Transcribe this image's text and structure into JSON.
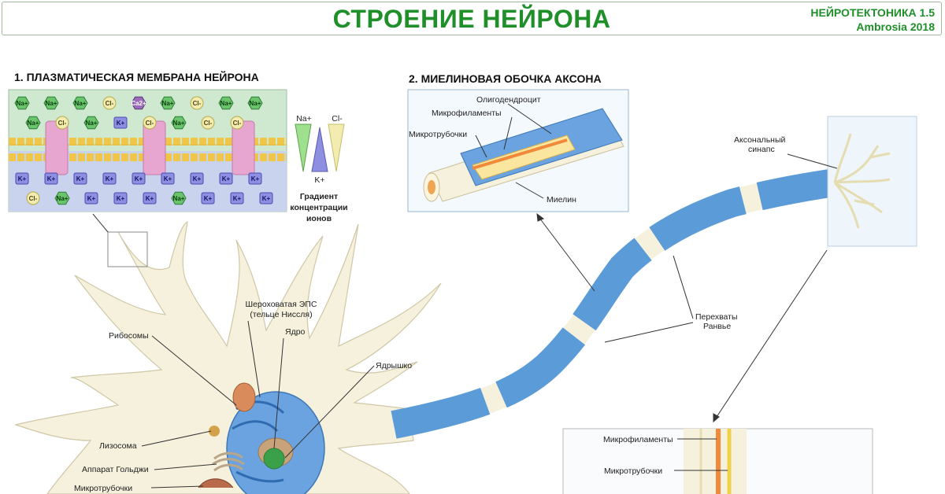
{
  "header": {
    "title": "СТРОЕНИЕ НЕЙРОНА",
    "series": "НЕЙРОТЕКТОНИКА 1.5",
    "edition": "Ambrosia 2018"
  },
  "section1": {
    "title": "1. ПЛАЗМАТИЧЕСКАЯ МЕМБРАНА НЕЙРОНА",
    "ions_outside": [
      "Na+",
      "Na+",
      "Na+",
      "Cl-",
      "Ca2+",
      "Na+",
      "Cl-",
      "Na+",
      "Na+",
      "Na+",
      "Cl-",
      "Na+",
      "K+",
      "Cl-",
      "Na+",
      "Cl-",
      "Cl-"
    ],
    "ions_inside": [
      "K+",
      "K+",
      "K+",
      "K+",
      "K+",
      "K+",
      "K+",
      "K+",
      "K+",
      "Cl-",
      "Na+",
      "K+",
      "K+",
      "K+",
      "Na+",
      "K+",
      "K+",
      "K+"
    ],
    "gradient": {
      "na": "Na+",
      "k": "K+",
      "cl": "Cl-",
      "caption_1": "Градиент",
      "caption_2": "концентрации",
      "caption_3": "ионов"
    }
  },
  "section2": {
    "title": "2. МИЕЛИНОВАЯ ОБОЧКА АКСОНА",
    "labels": {
      "oligodendrocyte": "Олигодендроцит",
      "microfilaments": "Микрофиламенты",
      "microtubules": "Микротрубочки",
      "myelin": "Миелин"
    }
  },
  "axon": {
    "synapse_1": "Аксональный",
    "synapse_2": "синапс",
    "ranvier_1": "Перехваты",
    "ranvier_2": "Ранвье"
  },
  "soma": {
    "rough_er_1": "Шероховатая ЭПС",
    "rough_er_2": "(тельце Ниссля)",
    "nucleus": "Ядро",
    "nucleolus": "Ядрышко",
    "ribosomes": "Рибосомы",
    "lysosome": "Лизосома",
    "golgi": "Аппарат Гольджи",
    "microtubules": "Микротрубочки"
  },
  "inset": {
    "microfilaments": "Микрофиламенты",
    "microtubules": "Микротрубочки"
  },
  "colors": {
    "title_green": "#1f8f2a",
    "myelin_blue": "#5a9bd8",
    "cell_cream": "#f6f1dc",
    "na_green": "#6bc46b",
    "k_blue": "#8e8fe0",
    "cl_yellow": "#f3ecb0"
  }
}
